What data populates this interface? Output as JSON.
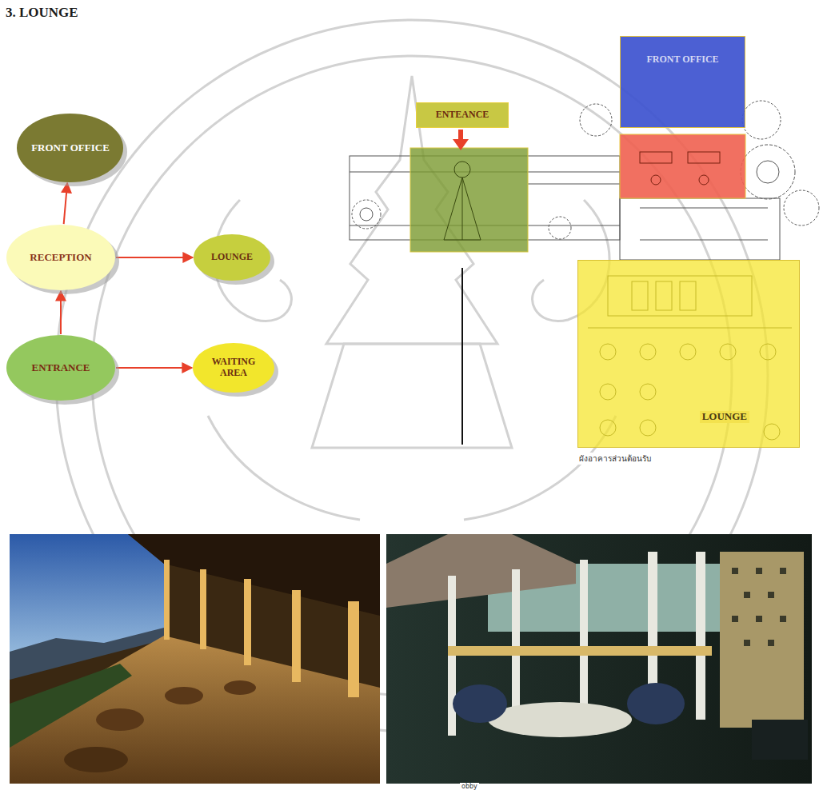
{
  "diagram": {
    "title": "3. LOUNGE",
    "nodes": [
      {
        "text": [
          "FRONT OFFICE"
        ]
      },
      {
        "text": [
          "RECEPTION"
        ]
      },
      {
        "text": [
          "LOUNGE"
        ]
      },
      {
        "text": [
          "ENTRANCE"
        ]
      },
      {
        "text": [
          "WAITING AREA"
        ]
      },
      {
        "text": [
          "ENTEANCE"
        ]
      },
      {
        "text": [
          "FRONT OFFICE"
        ]
      },
      {
        "text": [
          "LOUNGE"
        ]
      }
    ],
    "edges": [
      {
        "from": 1,
        "to": 0,
        "arrow": "to"
      },
      {
        "from": 1,
        "to": 2,
        "arrow": "to"
      },
      {
        "from": 3,
        "to": 1,
        "arrow": "to"
      },
      {
        "from": 3,
        "to": 4,
        "arrow": "to"
      }
    ],
    "labels": [
      "ผังอาคารส่วนต้อนรับ",
      "obby"
    ]
  }
}
